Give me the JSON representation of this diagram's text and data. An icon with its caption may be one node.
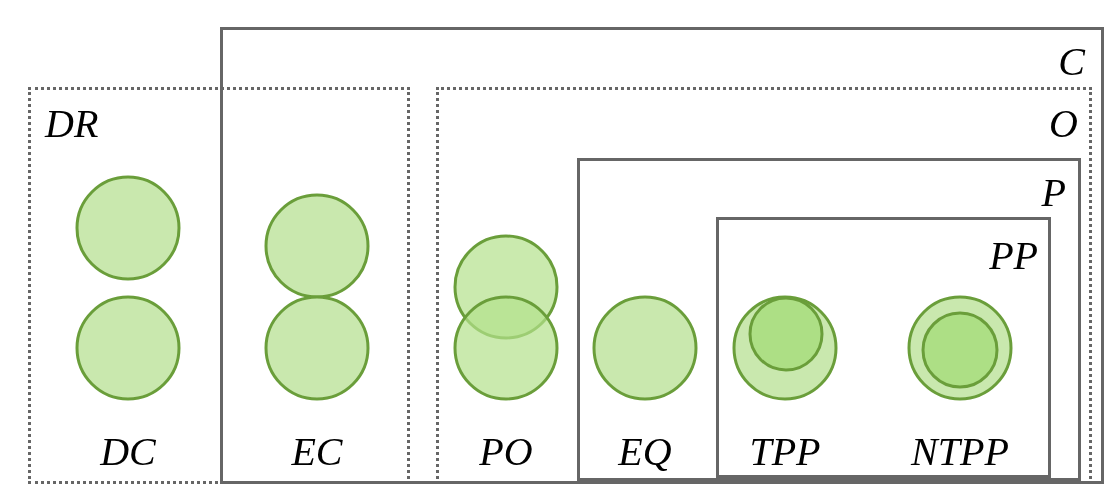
{
  "diagram": {
    "nodes": [
      {
        "text": [
          "C"
        ]
      },
      {
        "text": [
          "DR"
        ]
      },
      {
        "text": [
          "O"
        ],
        "in": 0
      },
      {
        "text": [
          "P"
        ],
        "in": 2
      },
      {
        "text": [
          "PP"
        ],
        "in": 3
      }
    ],
    "labels": [
      "DC",
      "EC",
      "PO",
      "EQ",
      "TPP",
      "NTPP"
    ]
  }
}
